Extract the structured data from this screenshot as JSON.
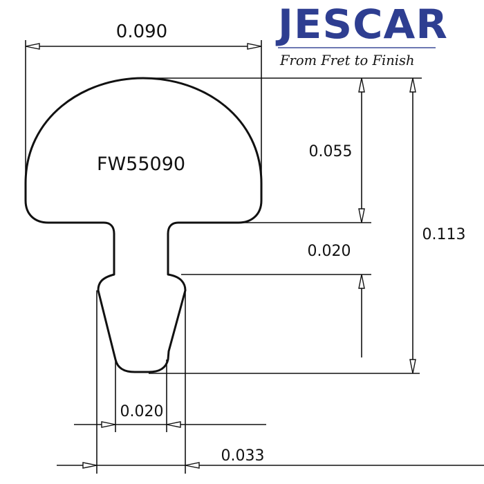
{
  "brand": {
    "name": "JESCAR",
    "tagline": "From Fret to Finish",
    "color": "#2e3e91"
  },
  "part": {
    "model": "FW55090"
  },
  "dimensions": {
    "crown_width": "0.090",
    "crown_height": "0.055",
    "tang_gap": "0.020",
    "total_height": "0.113",
    "tang_width": "0.020",
    "barb_width": "0.033"
  },
  "units_hint": "inches"
}
